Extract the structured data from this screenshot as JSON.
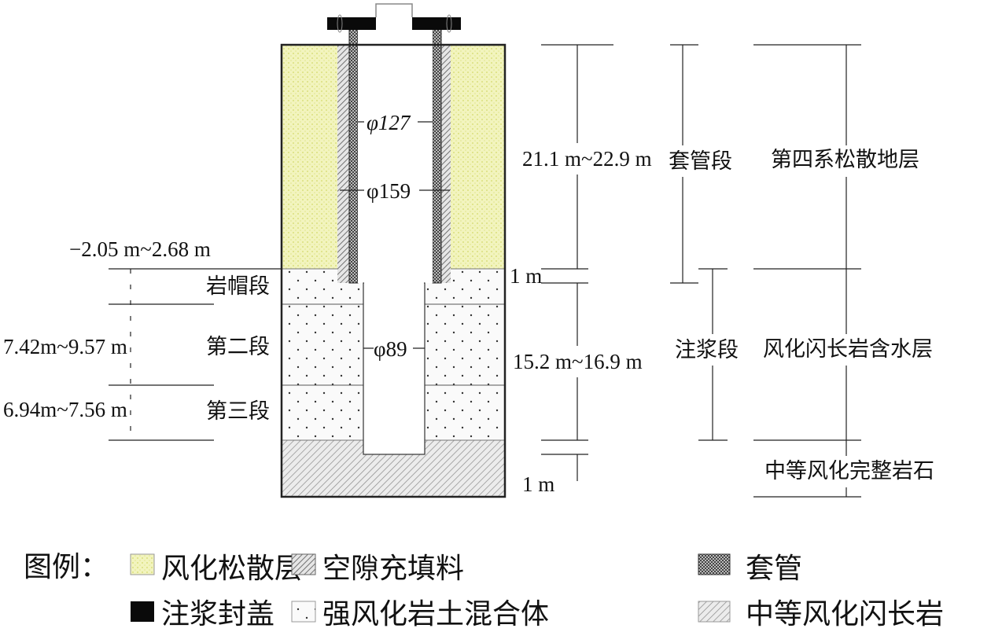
{
  "diagram": {
    "pipe_labels": {
      "d127": "φ127",
      "d159": "φ159",
      "d89": "φ89"
    },
    "left_sections": {
      "top_depth": "−2.05 m~2.68 m",
      "seg1": "岩帽段",
      "seg2": "第二段",
      "seg3": "第三段",
      "seg2_len": "7.42m~9.57 m",
      "seg3_len": "6.94m~7.56 m"
    },
    "right_dims": {
      "casing_len": "21.1 m~22.9 m",
      "gap_top": "1 m",
      "grout_len": "15.2 m~16.9 m",
      "gap_bottom": "1 m"
    },
    "segments": {
      "casing": "套管段",
      "grout": "注浆段"
    },
    "strata": {
      "s1": "第四系松散地层",
      "s2": "风化闪长岩含水层",
      "s3": "中等风化完整岩石"
    },
    "legend": {
      "title": "图例：",
      "items": [
        {
          "label": "风化松散层",
          "color": "#f0f3b8"
        },
        {
          "label": "空隙充填料",
          "color": "#9a9a9a"
        },
        {
          "label": "套管",
          "color": "#555"
        },
        {
          "label": "注浆封盖",
          "color": "#0a0a0a"
        },
        {
          "label": "强风化岩土混合体",
          "color": "#f4f4f4"
        },
        {
          "label": "中等风化闪长岩",
          "color": "#cfcfcf"
        }
      ]
    }
  }
}
